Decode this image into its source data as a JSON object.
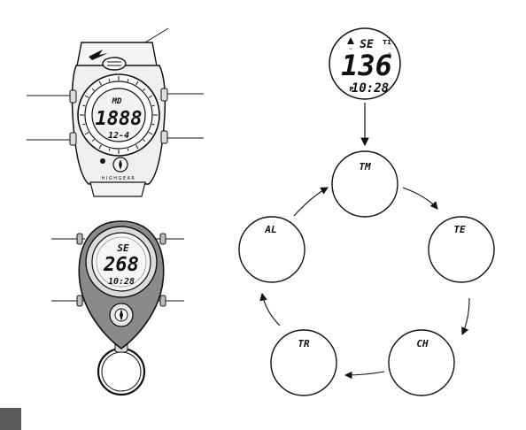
{
  "watch": {
    "lcd_top": "MD",
    "lcd_main": "1888",
    "lcd_bottom": "12-4",
    "brand": "HIGHGEAR"
  },
  "clip": {
    "lcd_top": "SE",
    "lcd_main": "268",
    "lcd_bottom": "10:28"
  },
  "preview": {
    "heading": "SE",
    "badge": "T1",
    "value": "136",
    "degree": "°",
    "time_prefix": "P",
    "time": "10:28"
  },
  "modes": [
    {
      "code": "TM"
    },
    {
      "code": "TE"
    },
    {
      "code": "CH"
    },
    {
      "code": "TR"
    },
    {
      "code": "AL"
    }
  ]
}
